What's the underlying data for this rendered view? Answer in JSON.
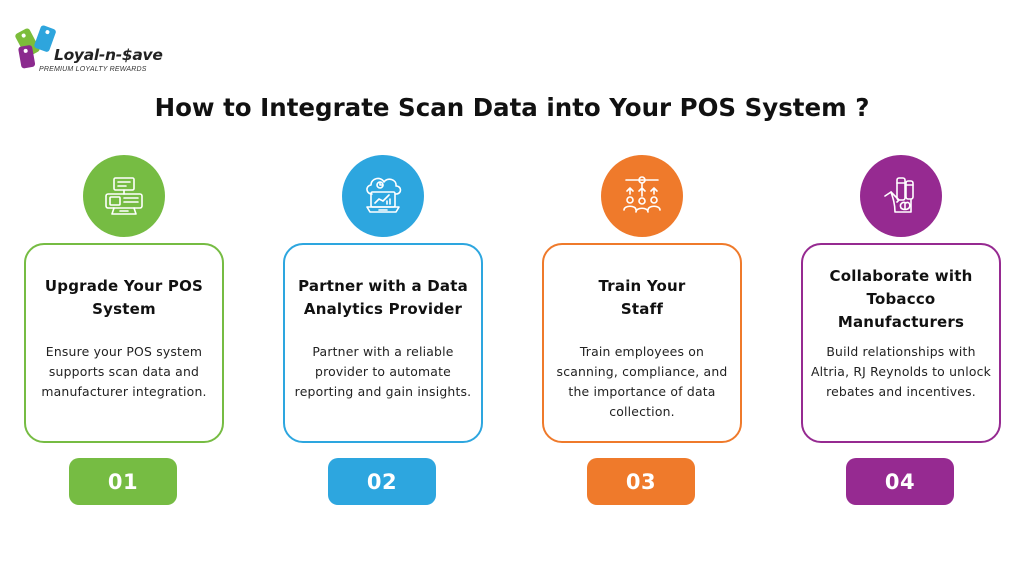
{
  "brand": {
    "name": "Loyal-n-$ave",
    "tagline": "PREMIUM LOYALTY REWARDS",
    "colors": {
      "green": "#7cbd3a",
      "blue": "#2ea5dd",
      "purple": "#8b2a8e"
    }
  },
  "title": "How to Integrate Scan Data into Your POS System ?",
  "steps": [
    {
      "number": "01",
      "title_line1": "Upgrade Your POS",
      "title_line2": "System",
      "title_line3": "",
      "description": "Ensure your POS system supports scan data and manufacturer integration.",
      "color": "#76bc43",
      "icon": "pos-terminal-icon"
    },
    {
      "number": "02",
      "title_line1": "Partner with a Data",
      "title_line2": "Analytics Provider",
      "title_line3": "",
      "description": "Partner with a reliable provider to automate reporting and gain insights.",
      "color": "#2da6df",
      "icon": "cloud-analytics-laptop-icon"
    },
    {
      "number": "03",
      "title_line1": "Train Your",
      "title_line2": "Staff",
      "title_line3": "",
      "description": "Train employees on scanning, compliance, and the importance of data collection.",
      "color": "#ef7a2b",
      "icon": "team-training-icon"
    },
    {
      "number": "04",
      "title_line1": "Collaborate with",
      "title_line2": "Tobacco",
      "title_line3": "Manufacturers",
      "description": "Build relationships with Altria, RJ Reynolds to unlock rebates and incentives.",
      "color": "#962a91",
      "icon": "tobacco-collaboration-icon"
    }
  ]
}
